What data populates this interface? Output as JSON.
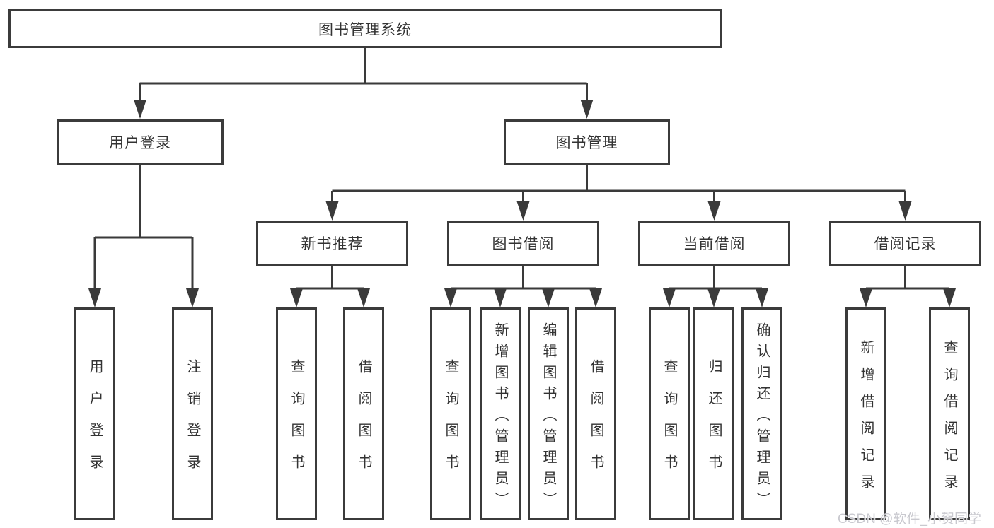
{
  "watermark": "CSDN @软件_小贺同学",
  "colors": {
    "line": "#3a3a3a",
    "box_border": "#3b3b3b",
    "box_fill": "#ffffff",
    "text": "#333333",
    "watermark_text": "#c6c6cc",
    "background": "#ffffff"
  },
  "tree": {
    "label": "图书管理系统",
    "children": [
      {
        "label": "用户登录",
        "children": [
          {
            "label": "用户登录"
          },
          {
            "label": "注销登录"
          }
        ]
      },
      {
        "label": "图书管理",
        "children": [
          {
            "label": "新书推荐",
            "children": [
              {
                "label": "查询图书"
              },
              {
                "label": "借阅图书"
              }
            ]
          },
          {
            "label": "图书借阅",
            "children": [
              {
                "label": "查询图书"
              },
              {
                "label": "新增图书（管理员）"
              },
              {
                "label": "编辑图书（管理员）"
              },
              {
                "label": "借阅图书"
              }
            ]
          },
          {
            "label": "当前借阅",
            "children": [
              {
                "label": "查询图书"
              },
              {
                "label": "归还图书"
              },
              {
                "label": "确认归还（管理员）"
              }
            ]
          },
          {
            "label": "借阅记录",
            "children": [
              {
                "label": "新增借阅记录"
              },
              {
                "label": "查询借阅记录"
              }
            ]
          }
        ]
      }
    ]
  }
}
